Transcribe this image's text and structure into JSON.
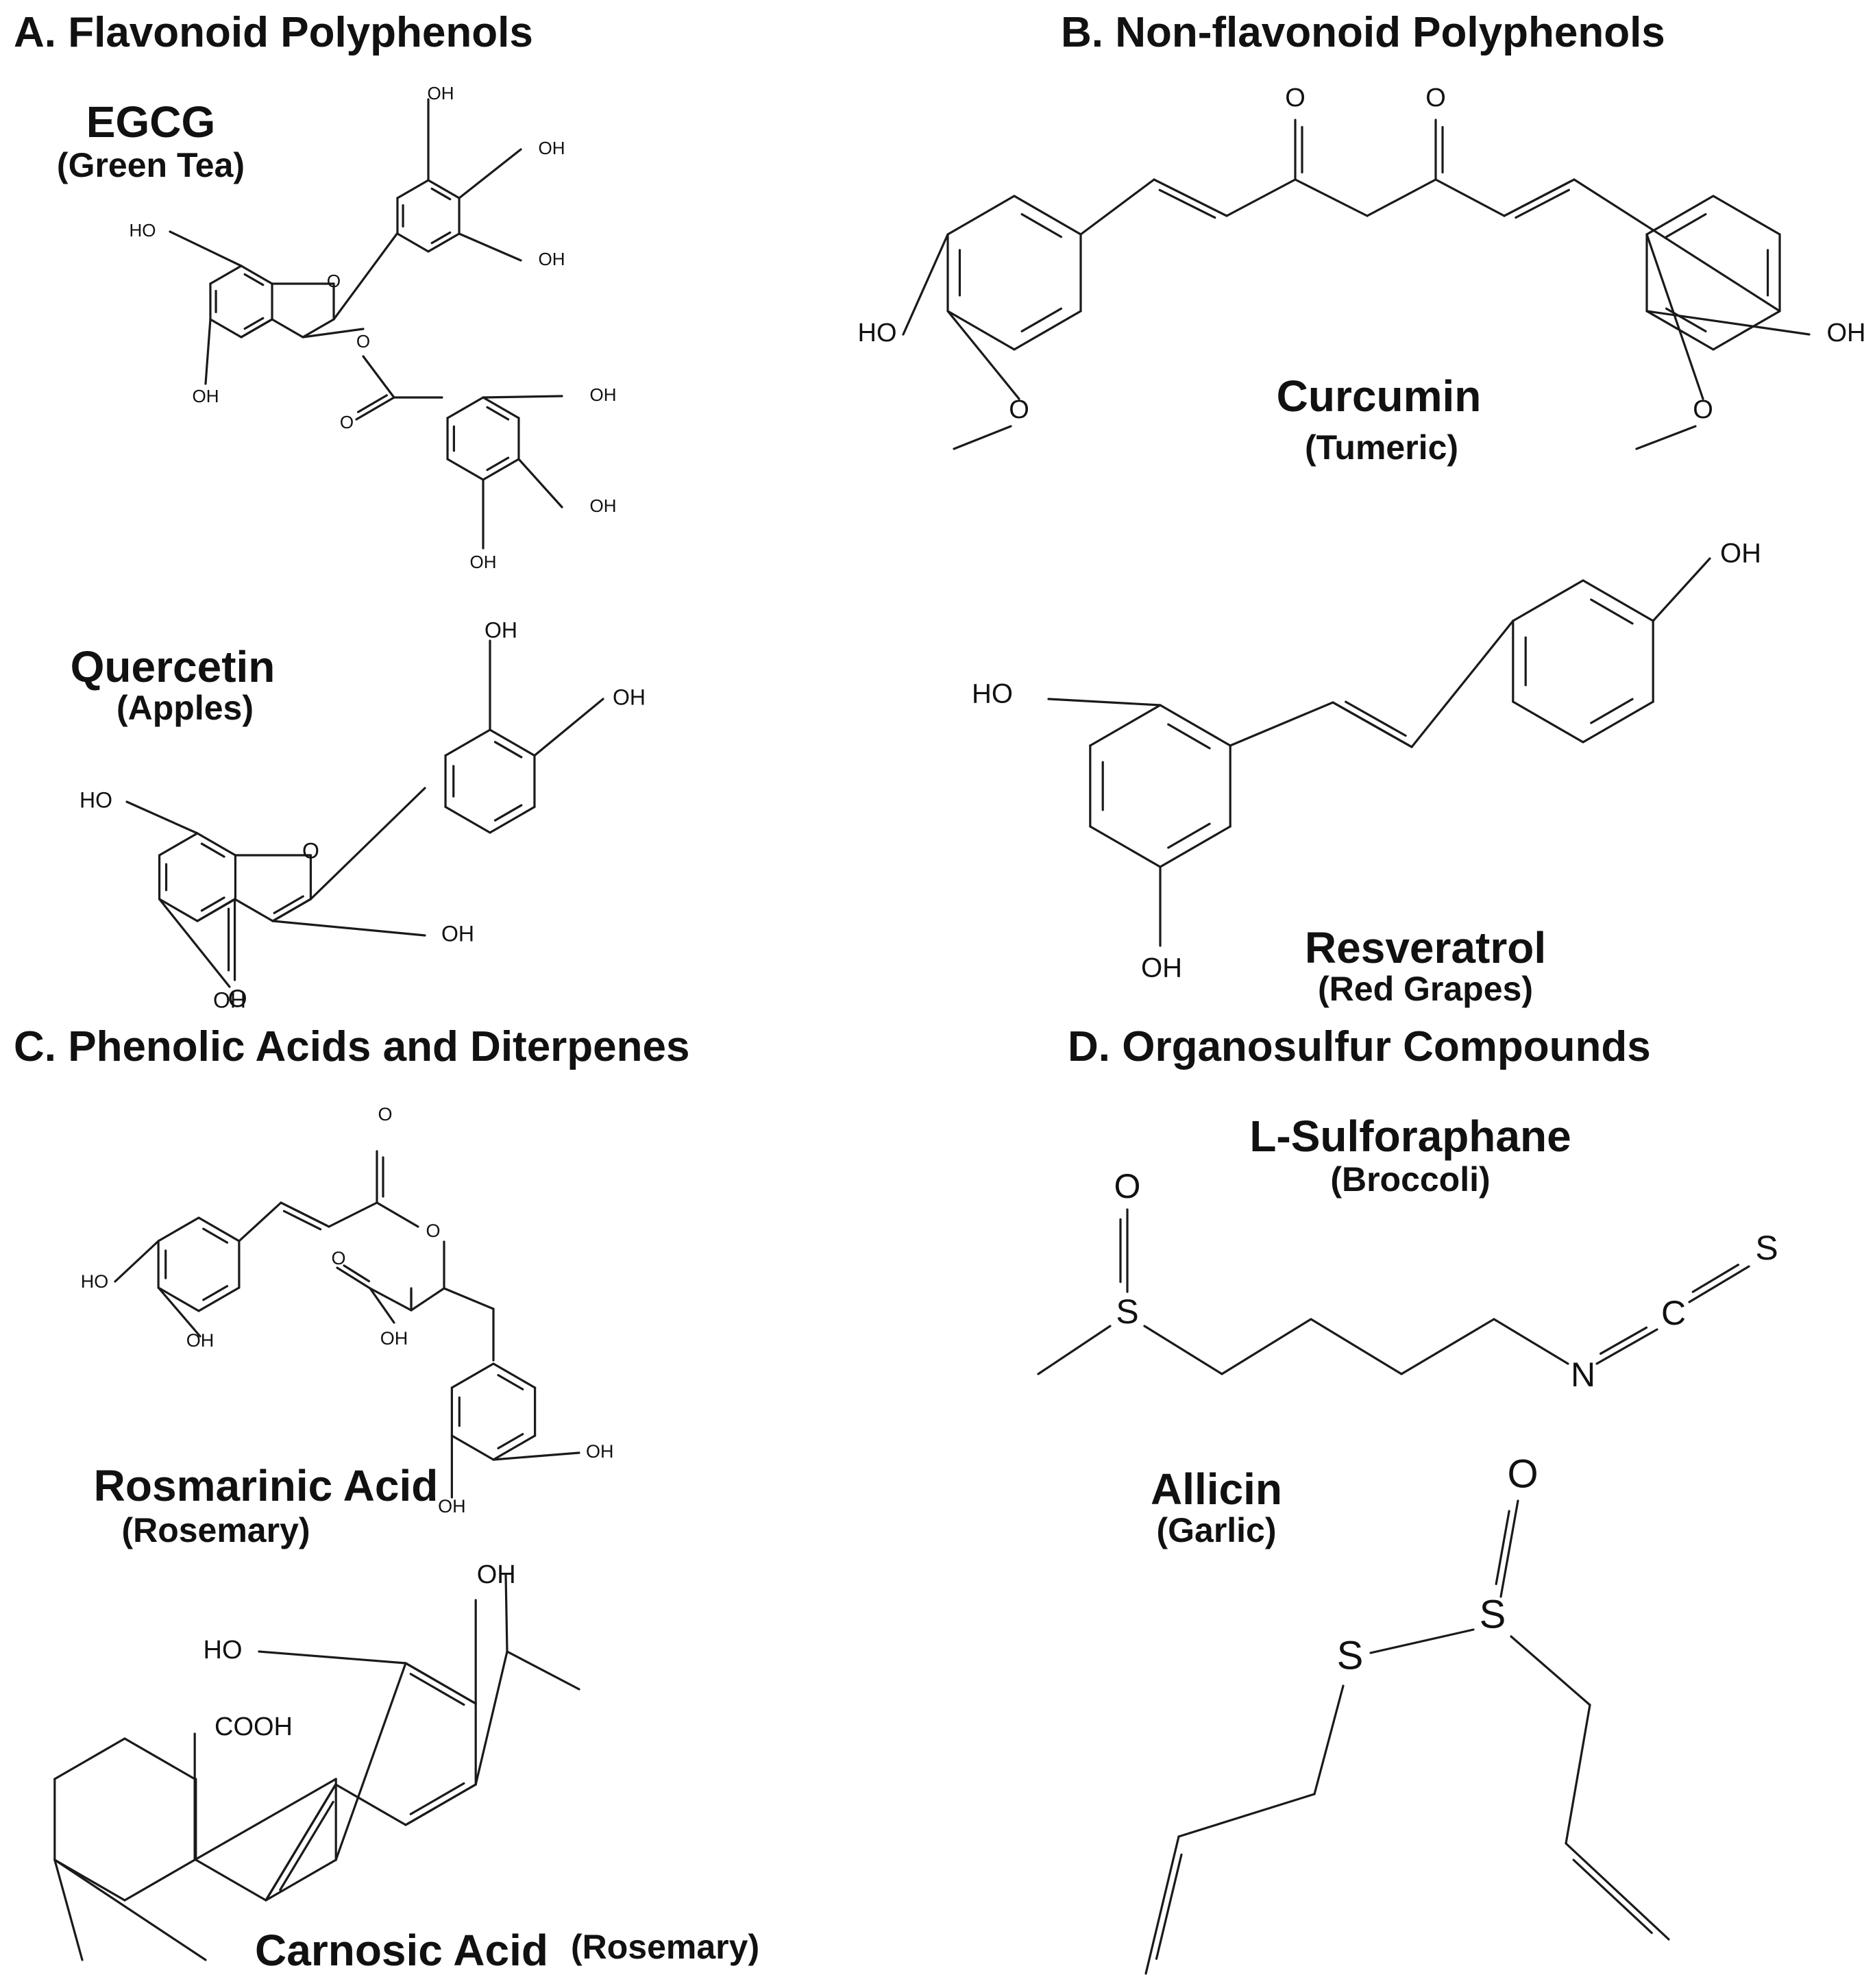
{
  "panels": {
    "a": "A. Flavonoid Polyphenols",
    "b": "B. Non-flavonoid Polyphenols",
    "c": "C. Phenolic Acids and Diterpenes",
    "d": "D. Organosulfur Compounds"
  },
  "compounds": {
    "egcg": {
      "name": "EGCG",
      "source": "(Green Tea)"
    },
    "quercetin": {
      "name": "Quercetin",
      "source": "(Apples)"
    },
    "curcumin": {
      "name": "Curcumin",
      "source": "(Tumeric)"
    },
    "resveratrol": {
      "name": "Resveratrol",
      "source": "(Red Grapes)"
    },
    "rosmarinic": {
      "name": "Rosmarinic Acid",
      "source": "(Rosemary)"
    },
    "carnosic": {
      "name": "Carnosic Acid",
      "source": "(Rosemary)"
    },
    "sulforaphane": {
      "name": "L-Sulforaphane",
      "source": "(Broccoli)"
    },
    "allicin": {
      "name": "Allicin",
      "source": "(Garlic)"
    }
  },
  "atoms": {
    "oh": "OH",
    "ho": "HO",
    "o": "O",
    "s": "S",
    "n": "N",
    "c": "C",
    "cooh": "COOH"
  }
}
